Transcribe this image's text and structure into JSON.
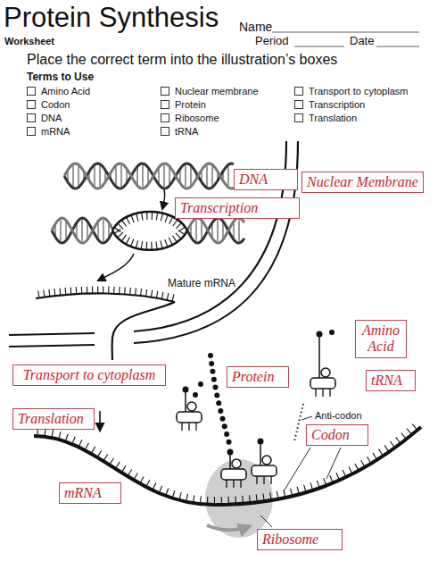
{
  "diagram": {
    "title": "Protein Synthesis",
    "nodes": [
      {
        "text": [
          "DNA"
        ]
      },
      {
        "text": [
          "Nuclear Membrane"
        ]
      },
      {
        "text": [
          "Transcription"
        ]
      },
      {
        "text": [
          "Amino Acid"
        ]
      },
      {
        "text": [
          "Transport to cytoplasm"
        ]
      },
      {
        "text": [
          "Protein"
        ]
      },
      {
        "text": [
          "tRNA"
        ]
      },
      {
        "text": [
          "Translation"
        ]
      },
      {
        "text": [
          "Codon"
        ]
      },
      {
        "text": [
          "mRNA"
        ]
      },
      {
        "text": [
          "Ribosome"
        ]
      }
    ],
    "labels": [
      "Worksheet",
      "Name",
      "Period",
      "Date",
      "Place the correct term into the illustration’s boxes",
      "Terms to Use",
      "Amino Acid",
      "Codon",
      "DNA",
      "mRNA",
      "Nuclear membrane",
      "Protein",
      "Ribosome",
      "tRNA",
      "Transport to cytoplasm",
      "Transcription",
      "Translation",
      "Mature mRNA",
      "Anti-codon"
    ]
  }
}
